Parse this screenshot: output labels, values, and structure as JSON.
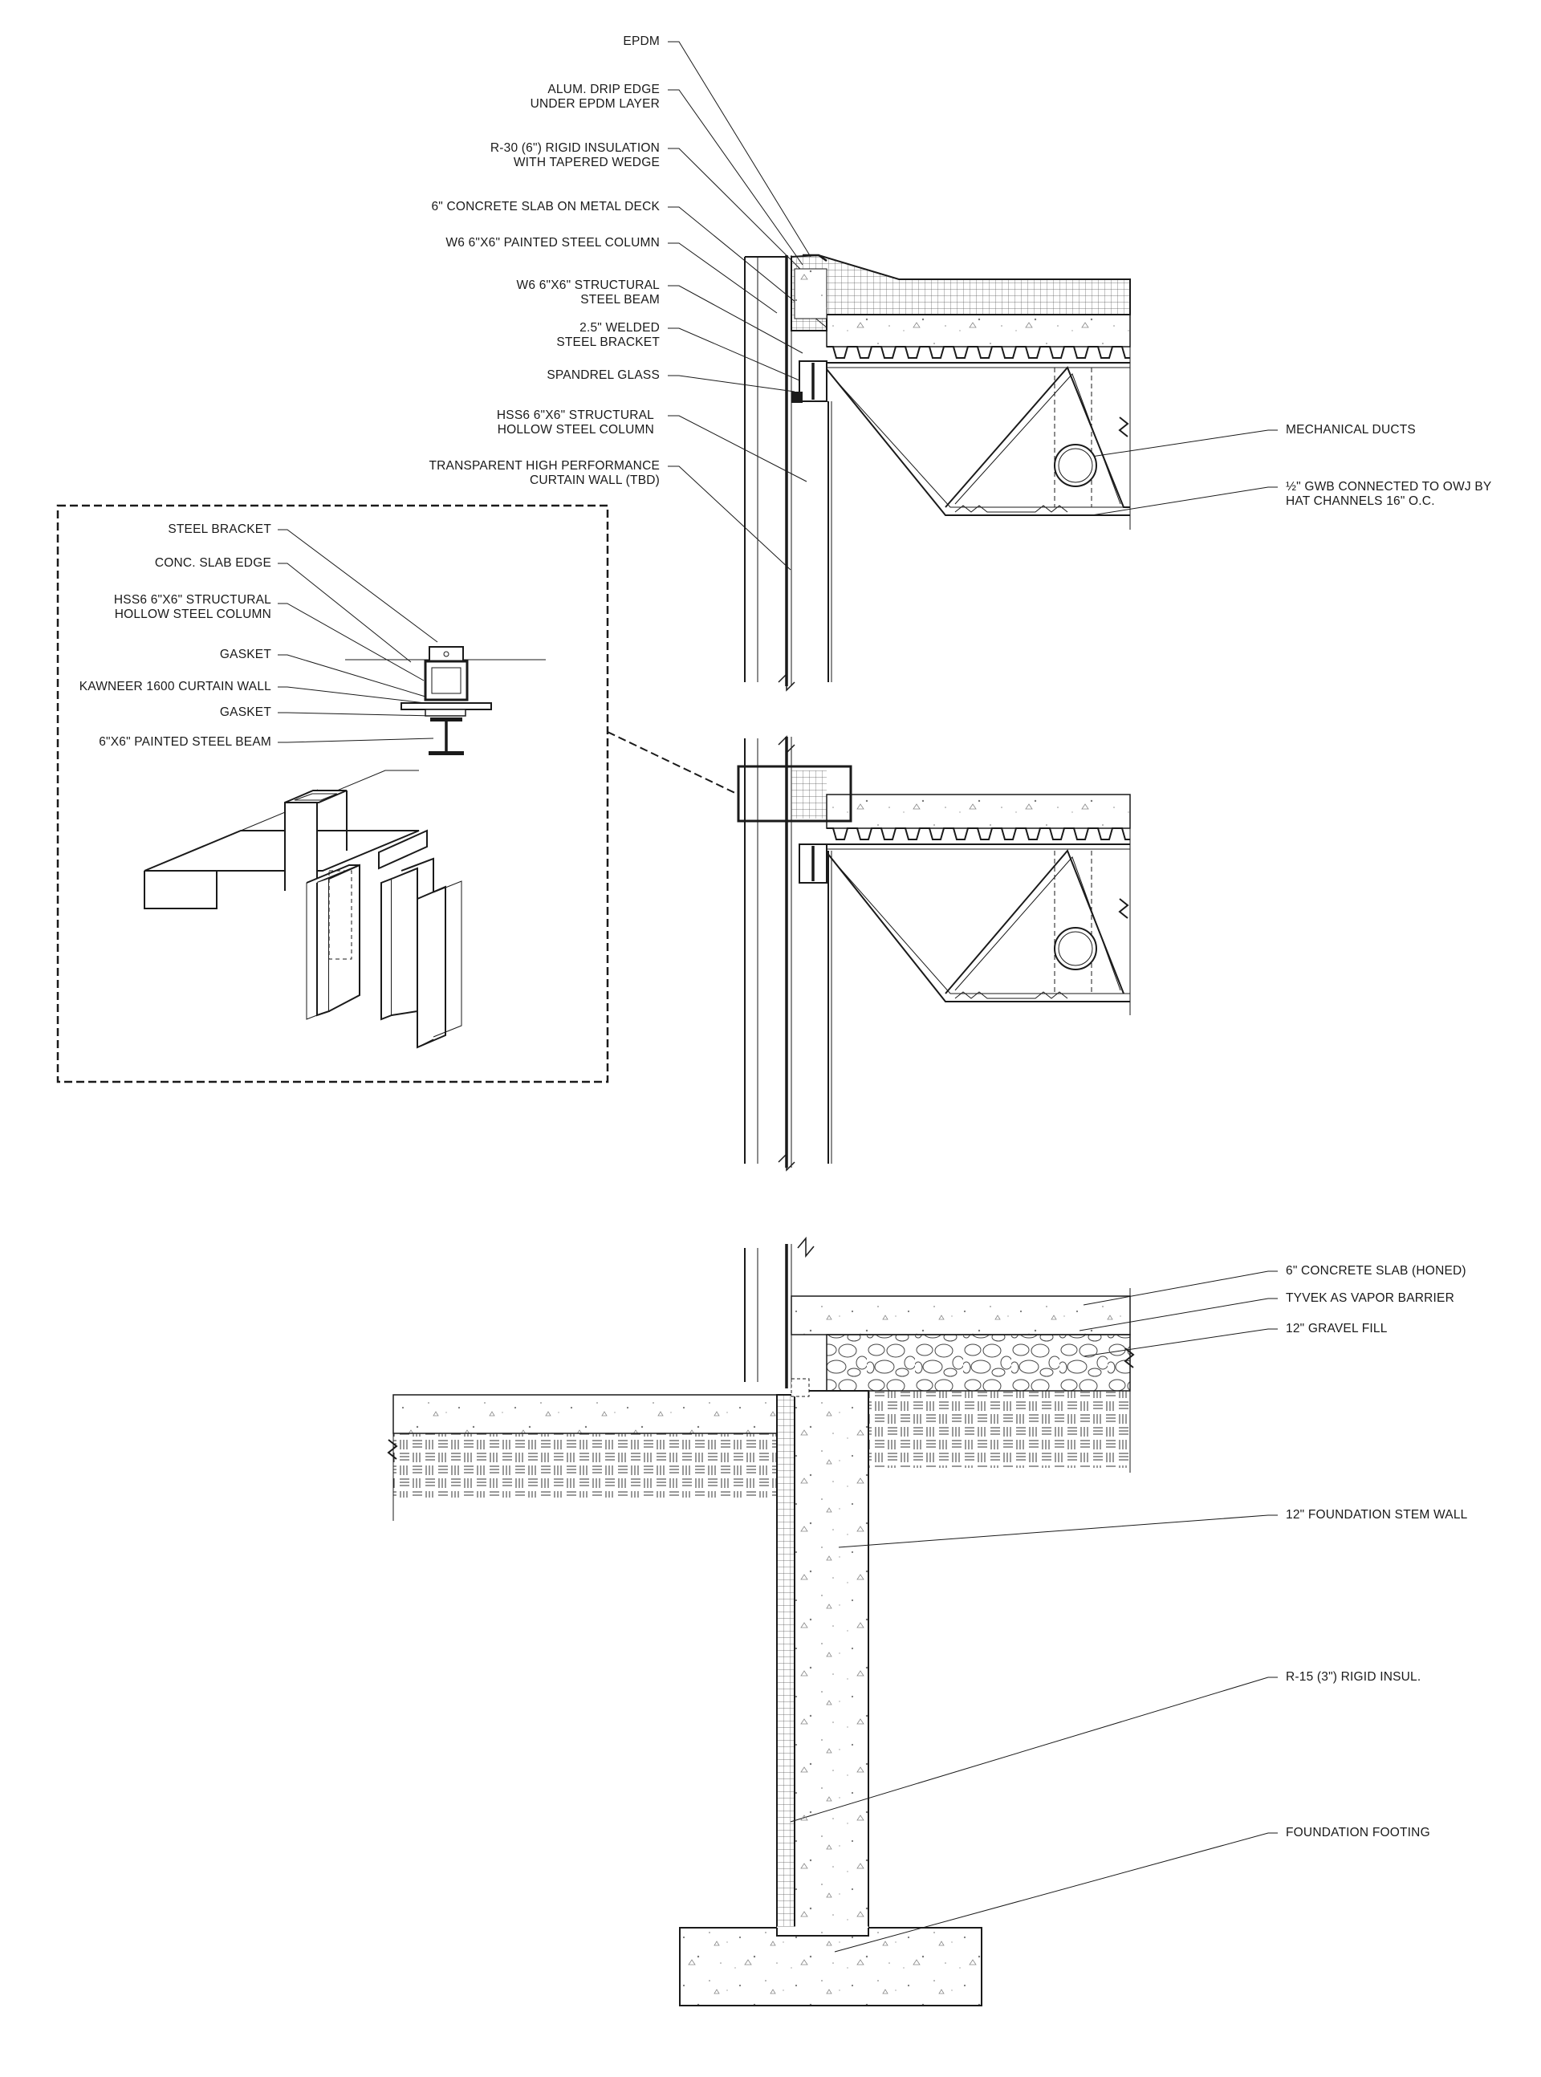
{
  "top_section": {
    "left_labels": [
      [
        "EPDM"
      ],
      [
        "ALUM. DRIP EDGE",
        "UNDER EPDM LAYER"
      ],
      [
        "R-30 (6\") RIGID INSULATION",
        "WITH TAPERED WEDGE"
      ],
      [
        "6\" CONCRETE SLAB ON METAL DECK"
      ],
      [
        "W6 6\"X6\" PAINTED STEEL COLUMN"
      ],
      [
        "W6 6\"X6\" STRUCTURAL",
        "STEEL BEAM"
      ],
      [
        "2.5\" WELDED",
        "STEEL BRACKET"
      ],
      [
        "SPANDREL GLASS"
      ],
      [
        "HSS6 6\"X6\" STRUCTURAL",
        "HOLLOW STEEL COLUMN"
      ],
      [
        "TRANSPARENT HIGH PERFORMANCE",
        "CURTAIN WALL (TBD)"
      ]
    ],
    "right_labels": [
      [
        "MECHANICAL DUCTS"
      ],
      [
        "½\" GWB CONNECTED TO OWJ BY",
        "HAT CHANNELS 16\" O.C."
      ]
    ]
  },
  "detail_box": {
    "labels": [
      [
        "STEEL BRACKET"
      ],
      [
        "CONC. SLAB EDGE"
      ],
      [
        "HSS6 6\"X6\" STRUCTURAL",
        "HOLLOW STEEL COLUMN"
      ],
      [
        "GASKET"
      ],
      [
        "KAWNEER 1600 CURTAIN WALL"
      ],
      [
        "GASKET"
      ],
      [
        "6\"X6\" PAINTED STEEL BEAM"
      ]
    ]
  },
  "foundation_section": {
    "labels": [
      [
        "6\" CONCRETE SLAB (HONED)"
      ],
      [
        "TYVEK AS VAPOR BARRIER"
      ],
      [
        "12\" GRAVEL FILL"
      ],
      [
        "12\" FOUNDATION STEM WALL"
      ],
      [
        "R-15 (3\") RIGID INSUL."
      ],
      [
        "FOUNDATION FOOTING"
      ]
    ]
  },
  "colors": {
    "ink": "#1a1a1a",
    "paper": "#ffffff"
  }
}
